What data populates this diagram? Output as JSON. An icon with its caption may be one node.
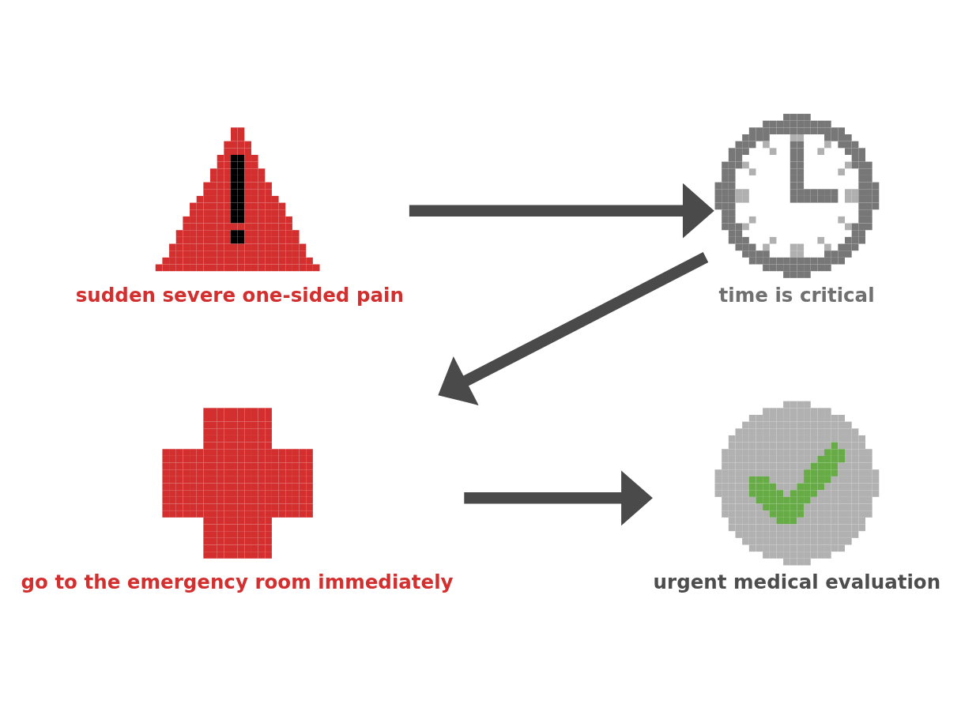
{
  "diagram": {
    "nodes": [
      {
        "text": [
          "sudden severe one-sided pain"
        ]
      },
      {
        "text": [
          "time is critical"
        ]
      },
      {
        "text": [
          "go to the emergency room immediately"
        ]
      },
      {
        "text": [
          "urgent medical evaluation"
        ]
      }
    ],
    "edges": [
      {
        "from": 0,
        "to": 1,
        "arrow": "to"
      },
      {
        "from": 1,
        "to": 2,
        "arrow": "to"
      },
      {
        "from": 2,
        "to": 3,
        "arrow": "to"
      }
    ]
  }
}
